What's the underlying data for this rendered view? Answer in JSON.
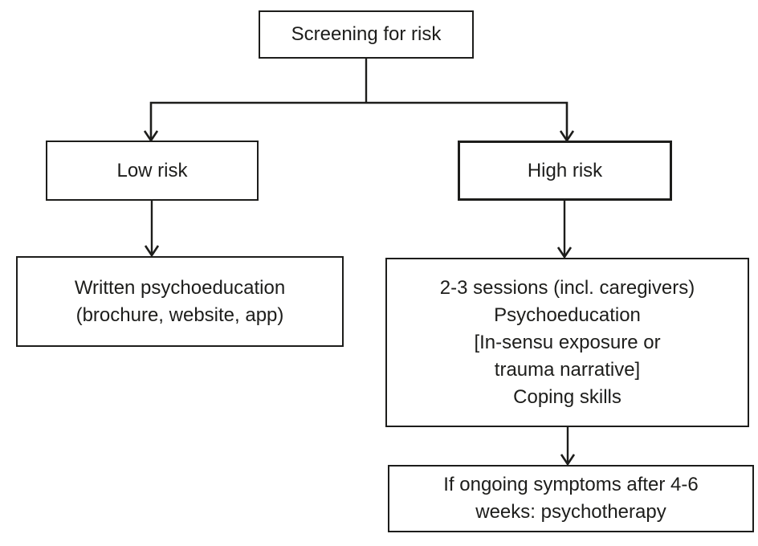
{
  "figure": {
    "type": "flowchart",
    "background_color": "#ffffff",
    "line_color": "#1d1d1b",
    "text_color": "#1d1d1b",
    "nodes": {
      "screening": {
        "label": "Screening for risk"
      },
      "low_risk": {
        "label": "Low risk"
      },
      "high_risk": {
        "label": "High risk"
      },
      "low_risk_intervention": {
        "label": "Written psychoeducation\n(brochure, website, app)"
      },
      "high_risk_intervention": {
        "label": "2-3 sessions (incl. caregivers)\nPsychoeducation\n[In-sensu exposure or\ntrauma narrative]\nCoping skills"
      },
      "followup": {
        "label": "If ongoing symptoms after 4-6\nweeks: psychotherapy"
      }
    },
    "edges": [
      {
        "from": "screening",
        "to": "low_risk"
      },
      {
        "from": "screening",
        "to": "high_risk"
      },
      {
        "from": "low_risk",
        "to": "low_risk_intervention"
      },
      {
        "from": "high_risk",
        "to": "high_risk_intervention"
      },
      {
        "from": "high_risk_intervention",
        "to": "followup"
      }
    ]
  }
}
